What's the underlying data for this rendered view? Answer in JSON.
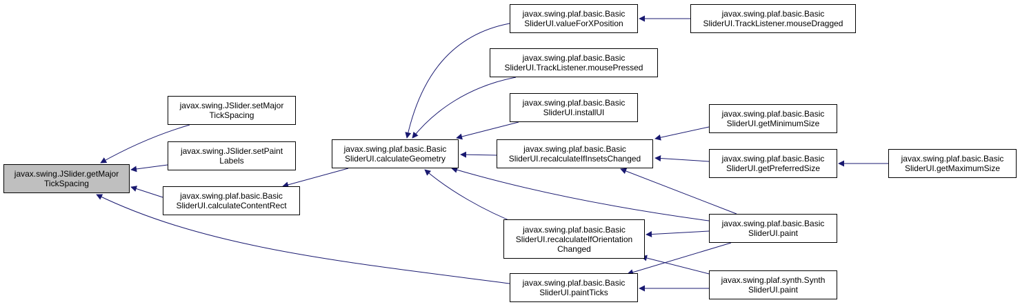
{
  "graph": {
    "colors": {
      "edge": "#191970",
      "root_fill": "#bfbfbf",
      "node_fill": "#ffffff",
      "border": "#000000"
    },
    "nodes": [
      {
        "id": "getMajorTickSpacing",
        "label": "javax.swing.JSlider.getMajor\nTickSpacing",
        "root": true
      },
      {
        "id": "setMajorTickSpacing",
        "label": "javax.swing.JSlider.setMajor\nTickSpacing"
      },
      {
        "id": "setPaintLabels",
        "label": "javax.swing.JSlider.setPaint\nLabels"
      },
      {
        "id": "calculateContentRect",
        "label": "javax.swing.plaf.basic.Basic\nSliderUI.calculateContentRect"
      },
      {
        "id": "calculateGeometry",
        "label": "javax.swing.plaf.basic.Basic\nSliderUI.calculateGeometry"
      },
      {
        "id": "valueForXPosition",
        "label": "javax.swing.plaf.basic.Basic\nSliderUI.valueForXPosition"
      },
      {
        "id": "mousePressed",
        "label": "javax.swing.plaf.basic.Basic\nSliderUI.TrackListener.mousePressed"
      },
      {
        "id": "installUI",
        "label": "javax.swing.plaf.basic.Basic\nSliderUI.installUI"
      },
      {
        "id": "recalculateIfInsetsChanged",
        "label": "javax.swing.plaf.basic.Basic\nSliderUI.recalculateIfInsetsChanged"
      },
      {
        "id": "recalculateIfOrientationChanged",
        "label": "javax.swing.plaf.basic.Basic\nSliderUI.recalculateIfOrientation\nChanged"
      },
      {
        "id": "paintTicks",
        "label": "javax.swing.plaf.basic.Basic\nSliderUI.paintTicks"
      },
      {
        "id": "mouseDragged",
        "label": "javax.swing.plaf.basic.Basic\nSliderUI.TrackListener.mouseDragged"
      },
      {
        "id": "getMinimumSize",
        "label": "javax.swing.plaf.basic.Basic\nSliderUI.getMinimumSize"
      },
      {
        "id": "getPreferredSize",
        "label": "javax.swing.plaf.basic.Basic\nSliderUI.getPreferredSize"
      },
      {
        "id": "paint",
        "label": "javax.swing.plaf.basic.Basic\nSliderUI.paint"
      },
      {
        "id": "synthPaint",
        "label": "javax.swing.plaf.synth.Synth\nSliderUI.paint"
      },
      {
        "id": "getMaximumSize",
        "label": "javax.swing.plaf.basic.Basic\nSliderUI.getMaximumSize"
      }
    ],
    "edges": [
      {
        "from": "setMajorTickSpacing",
        "to": "getMajorTickSpacing"
      },
      {
        "from": "setPaintLabels",
        "to": "getMajorTickSpacing"
      },
      {
        "from": "calculateContentRect",
        "to": "getMajorTickSpacing"
      },
      {
        "from": "paintTicks",
        "to": "getMajorTickSpacing"
      },
      {
        "from": "calculateGeometry",
        "to": "calculateContentRect"
      },
      {
        "from": "valueForXPosition",
        "to": "calculateGeometry"
      },
      {
        "from": "mousePressed",
        "to": "calculateGeometry"
      },
      {
        "from": "installUI",
        "to": "calculateGeometry"
      },
      {
        "from": "recalculateIfInsetsChanged",
        "to": "calculateGeometry"
      },
      {
        "from": "paint",
        "to": "calculateGeometry"
      },
      {
        "from": "recalculateIfOrientationChanged",
        "to": "calculateGeometry"
      },
      {
        "from": "mouseDragged",
        "to": "valueForXPosition"
      },
      {
        "from": "getMinimumSize",
        "to": "recalculateIfInsetsChanged"
      },
      {
        "from": "getPreferredSize",
        "to": "recalculateIfInsetsChanged"
      },
      {
        "from": "paint",
        "to": "recalculateIfInsetsChanged"
      },
      {
        "from": "getMaximumSize",
        "to": "getPreferredSize"
      },
      {
        "from": "paint",
        "to": "recalculateIfOrientationChanged"
      },
      {
        "from": "synthPaint",
        "to": "recalculateIfOrientationChanged"
      },
      {
        "from": "paint",
        "to": "paintTicks"
      },
      {
        "from": "synthPaint",
        "to": "paintTicks"
      }
    ]
  }
}
